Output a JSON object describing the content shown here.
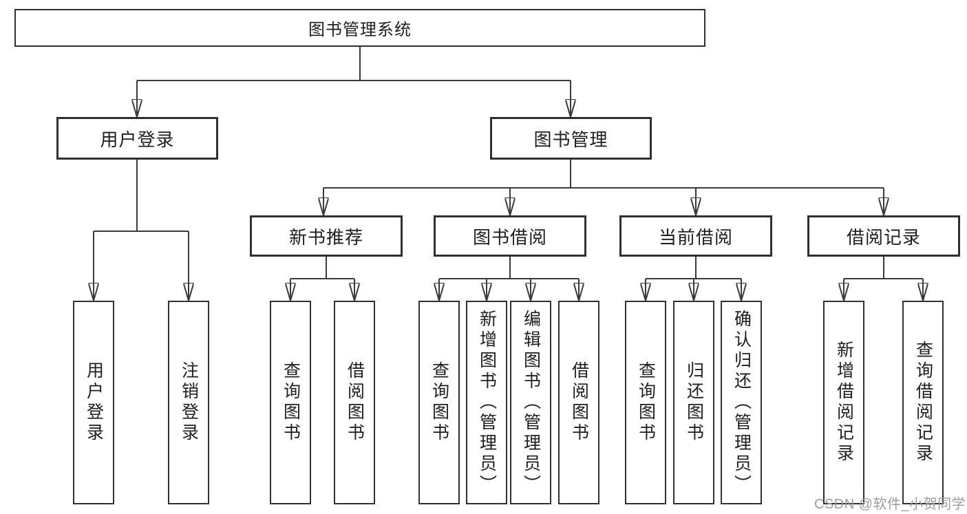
{
  "diagram": {
    "title": "图书管理系统",
    "type": "tree-structure-diagram",
    "colors": {
      "line": "#3a3a3a",
      "border": "#2f2f2f",
      "text": "#1e1e1e",
      "watermark": "#9c9c9c",
      "background": "#ffffff"
    }
  },
  "root": {
    "label": "图书管理系统"
  },
  "level2": {
    "user_login": {
      "label": "用户登录"
    },
    "book_management": {
      "label": "图书管理"
    }
  },
  "level3": {
    "new_book_rec": {
      "label": "新书推荐"
    },
    "book_borrowing": {
      "label": "图书借阅"
    },
    "current_borrowing": {
      "label": "当前借阅"
    },
    "borrow_records": {
      "label": "借阅记录"
    }
  },
  "leaves": {
    "login": {
      "label": "用户登录",
      "parent": "用户登录"
    },
    "logout": {
      "label": "注销登录",
      "parent": "用户登录"
    },
    "rec_query_books": {
      "label": "查询图书",
      "parent": "新书推荐"
    },
    "rec_borrow_books": {
      "label": "借阅图书",
      "parent": "新书推荐"
    },
    "bb_query_books": {
      "label": "查询图书",
      "parent": "图书借阅"
    },
    "bb_add_books": {
      "label": "新增图书（管理员）",
      "parent": "图书借阅"
    },
    "bb_edit_books": {
      "label": "编辑图书（管理员）",
      "parent": "图书借阅"
    },
    "bb_borrow_books": {
      "label": "借阅图书",
      "parent": "图书借阅"
    },
    "cb_query_books": {
      "label": "查询图书",
      "parent": "当前借阅"
    },
    "cb_return_books": {
      "label": "归还图书",
      "parent": "当前借阅"
    },
    "cb_confirm_return": {
      "label": "确认归还（管理员）",
      "parent": "当前借阅"
    },
    "br_add_record": {
      "label": "新增借阅记录",
      "parent": "借阅记录"
    },
    "br_query_record": {
      "label": "查询借阅记录",
      "parent": "借阅记录"
    }
  },
  "watermark": "CSDN @软件_小贺同学"
}
